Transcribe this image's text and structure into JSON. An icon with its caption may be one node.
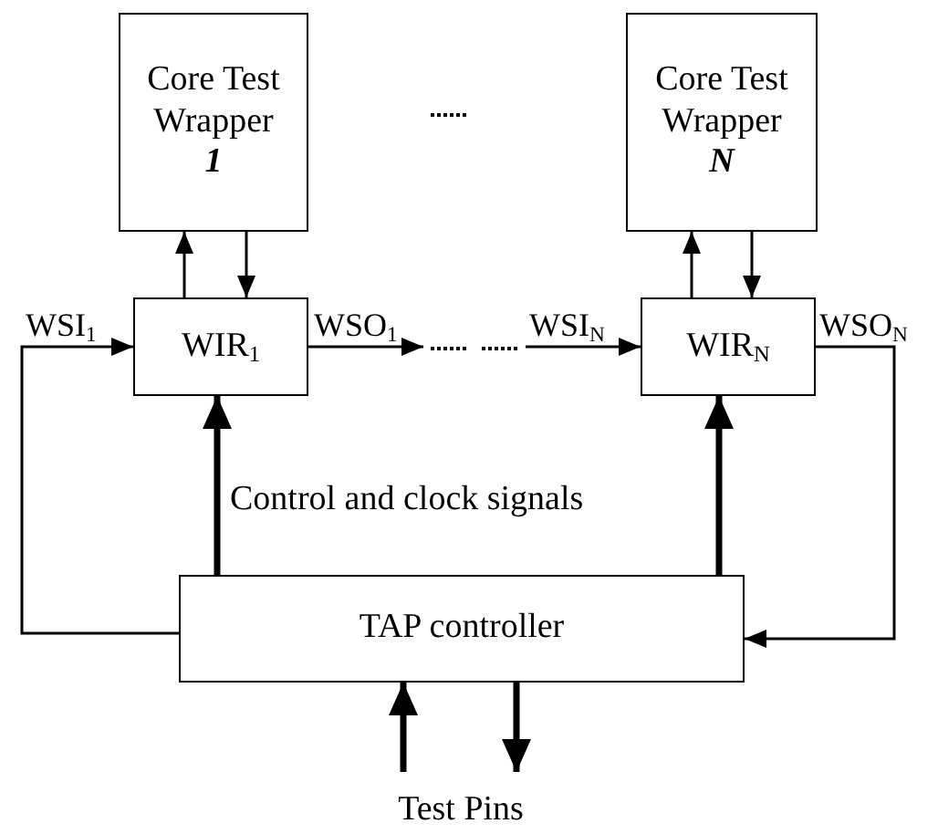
{
  "diagram": {
    "nodes": [
      {
        "text": [
          "Core Test Wrapper",
          "1"
        ]
      },
      {
        "text": [
          "Core Test Wrapper",
          "N"
        ]
      },
      {
        "text": [
          "WIR$_{1}$"
        ]
      },
      {
        "text": [
          "WIR$_{N}$"
        ]
      },
      {
        "text": [
          "TAP controller"
        ]
      },
      {
        "text": [
          "Test Pins"
        ]
      }
    ],
    "edges": [
      {
        "from": 2,
        "to": 0,
        "arrow": "to"
      },
      {
        "from": 0,
        "to": 2,
        "arrow": "to"
      },
      {
        "from": 3,
        "to": 1,
        "arrow": "to"
      },
      {
        "from": 1,
        "to": 3,
        "arrow": "to"
      },
      {
        "from": 4,
        "to": 2,
        "arrow": "to",
        "style": "thick"
      },
      {
        "from": 4,
        "to": 3,
        "arrow": "to",
        "style": "thick"
      },
      {
        "from": 4,
        "to": 2,
        "arrow": "to",
        "label": "WSI$_{1}$"
      },
      {
        "from": 2,
        "to": null,
        "arrow": "to",
        "label": "WSO$_{1}$"
      },
      {
        "from": null,
        "to": 3,
        "arrow": "to",
        "label": "WSI$_{N}$"
      },
      {
        "from": 3,
        "to": 4,
        "arrow": "to",
        "label": "WSO$_{N}$"
      },
      {
        "from": 5,
        "to": 4,
        "arrow": "to",
        "style": "thick"
      },
      {
        "from": 4,
        "to": 5,
        "arrow": "to",
        "style": "thick"
      }
    ],
    "labels": [
      "Control and clock signals"
    ]
  }
}
